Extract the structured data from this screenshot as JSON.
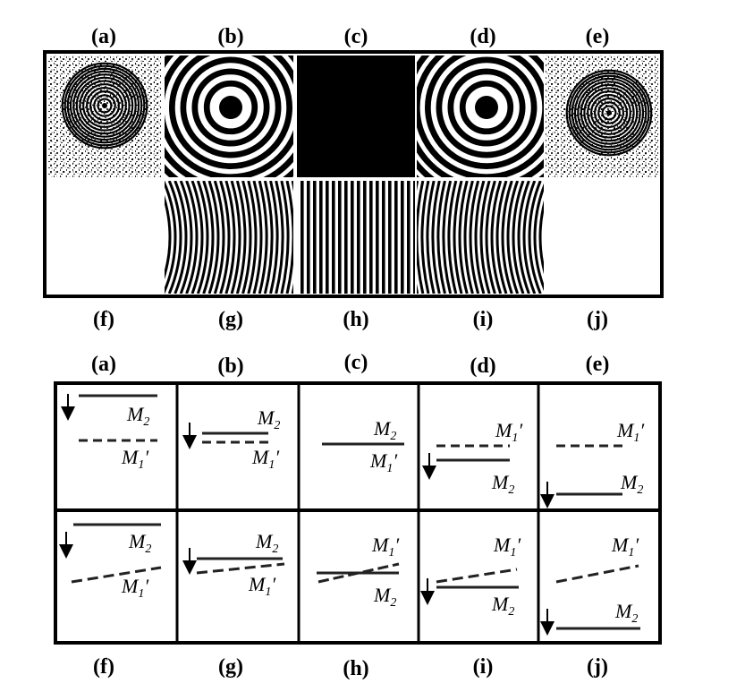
{
  "top_panels": {
    "labels_top": [
      "(a)",
      "(b)",
      "(c)",
      "(d)",
      "(e)"
    ],
    "labels_bottom": [
      "(f)",
      "(g)",
      "(h)",
      "(i)",
      "(j)"
    ]
  },
  "bottom_panels": {
    "labels_top": [
      "(a)",
      "(b)",
      "(c)",
      "(d)",
      "(e)"
    ],
    "labels_bottom": [
      "(f)",
      "(g)",
      "(h)",
      "(i)",
      "(j)"
    ],
    "mirror_m2": "M",
    "mirror_m2_sub": "2",
    "mirror_m1": "M",
    "mirror_m1_sub": "1",
    "mirror_m1_prime": "′"
  },
  "colors": {
    "ink": "#000000",
    "paper": "#ffffff",
    "line": "#222222"
  }
}
